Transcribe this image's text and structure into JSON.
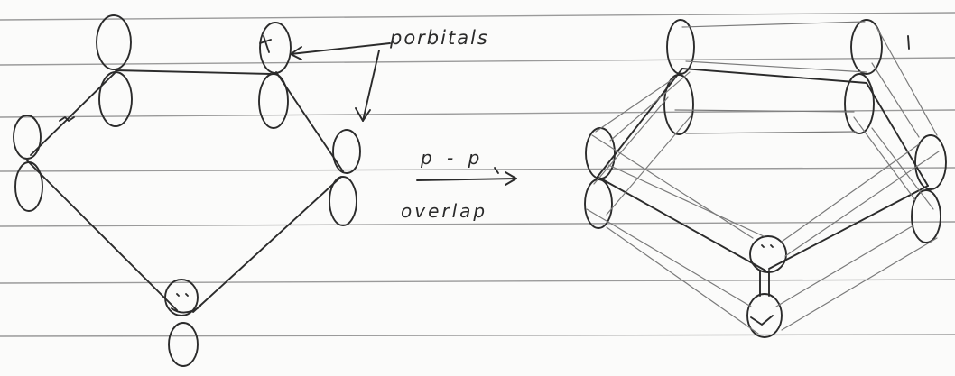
{
  "labels": {
    "orbitals": "porbitals",
    "reaction_top": "p - p",
    "reaction_bottom": "overlap"
  },
  "colors": {
    "paper": "#fbfbfa",
    "ruled_line": "#9a9a9a",
    "ink": "#2b2b2b"
  }
}
